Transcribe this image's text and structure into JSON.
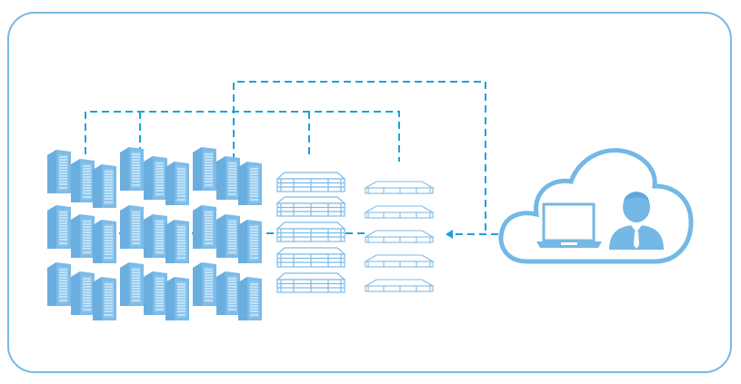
{
  "diagram": {
    "title": "",
    "colors": {
      "frame": "#7ab9e6",
      "server_fill": "#7dbbe8",
      "server_dark": "#6aaee0",
      "server_line": "#ffffff",
      "storage_stroke": "#7dbbe8",
      "connector": "#1aa3dc",
      "cloud_stroke": "#74b8e6",
      "user_fill": "#74b8e6"
    },
    "nodes": [
      {
        "id": "server-cluster-1",
        "type": "server-tower-group",
        "icon": "server-rack-icon",
        "rows": 3
      },
      {
        "id": "server-cluster-2",
        "type": "server-tower-group",
        "icon": "server-rack-icon",
        "rows": 3
      },
      {
        "id": "server-cluster-3",
        "type": "server-tower-group",
        "icon": "server-rack-icon",
        "rows": 3
      },
      {
        "id": "storage-array",
        "type": "storage-3u-stack",
        "icon": "storage-array-icon",
        "units": 5
      },
      {
        "id": "rack-server-stack",
        "type": "rack-1u-stack",
        "icon": "rack-server-icon",
        "units": 5
      },
      {
        "id": "cloud-client",
        "type": "cloud",
        "icon": "cloud-icon",
        "contains": [
          "laptop-icon",
          "user-icon"
        ]
      }
    ],
    "connections": [
      {
        "from": "cloud-client",
        "to": "rack-server-stack",
        "style": "dashed",
        "arrow": "end"
      },
      {
        "from": "cloud-client",
        "to": "server-cluster-3",
        "style": "dashed",
        "via": "top-loop"
      },
      {
        "from": "server-cluster-1",
        "to": "rack-server-stack",
        "style": "dashed",
        "via": "top-bus"
      },
      {
        "from": "server-cluster-2",
        "to": "top-bus",
        "style": "dashed"
      },
      {
        "from": "storage-array",
        "to": "top-bus",
        "style": "dashed"
      },
      {
        "from": "server-cluster-1",
        "to": "server-cluster-2",
        "style": "dashed"
      },
      {
        "from": "server-cluster-2",
        "to": "server-cluster-3",
        "style": "dashed"
      },
      {
        "from": "server-cluster-3",
        "to": "storage-array",
        "style": "dashed"
      },
      {
        "from": "storage-array",
        "to": "rack-server-stack",
        "style": "dashed"
      }
    ]
  }
}
